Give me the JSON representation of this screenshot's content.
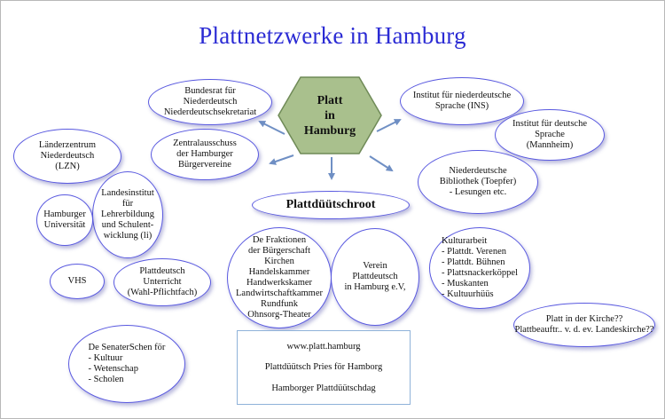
{
  "title": "Plattnetzwerke in Hamburg",
  "colors": {
    "title": "#2b2bd4",
    "border": "#5a5ae0",
    "hexagon_fill": "#a9c08d",
    "hexagon_stroke": "#6f8a57",
    "arrow": "#6f8fc4"
  },
  "center": {
    "label": "Platt\nin\nHamburg"
  },
  "root": {
    "label": "Plattdüütschroot"
  },
  "nodes": {
    "bundesrat": "Bundesrat für\nNiederdeutsch\nNiederdeutschsekretariat",
    "ins": "Institut für niederdeutsche\nSprache (INS)",
    "ids": "Institut für deutsche\nSprache\n(Mannheim)",
    "bibliothek": "Niederdeutsche\nBibliothek (Toepfer)\n- Lesungen etc.",
    "zentralausschuss": "Zentralausschuss\nder Hamburger\nBürgervereine",
    "lzn": "Länderzentrum\nNiederdeutsch\n(LZN)",
    "landesinstitut": "Landesinstitut\nfür\nLehrerbildung\nund Schulent-\nwicklung (li)",
    "universitaet": "Hamburger\nUniversität",
    "vhs": "VHS",
    "unterricht": "Plattdeutsch\nUnterricht\n(Wahl-Pflichtfach)",
    "fraktionen": "De Fraktionen\nder Bürgerschaft\nKirchen\nHandelskammer\nHandwerkskamer\nLandwirtschaftkammer\nRundfunk\nOhnsorg-Theater",
    "verein": "Verein\nPlattdeutsch\nin Hamburg e.V,",
    "kirche": "Platt in der Kirche??\nPlattbeauftr.. v. d.  ev. Landeskirche??"
  },
  "kulturarbeit": {
    "heading": "Kulturarbeit",
    "items": [
      "- Plattdt. Verenen",
      "- Plattdt. Bühnen",
      "- Plattsnackerköppel",
      "- Muskanten",
      "- Kultuurhüüs"
    ]
  },
  "senator": {
    "heading": "De SenaterSchen för",
    "items": [
      "- Kultuur",
      "- Wetenschap",
      "- Scholen"
    ]
  },
  "box": {
    "url": "www.platt.hamburg",
    "pries": "Plattdüütsch Pries för Hamborg",
    "dag": "Hamborger Plattdüütschdag"
  }
}
